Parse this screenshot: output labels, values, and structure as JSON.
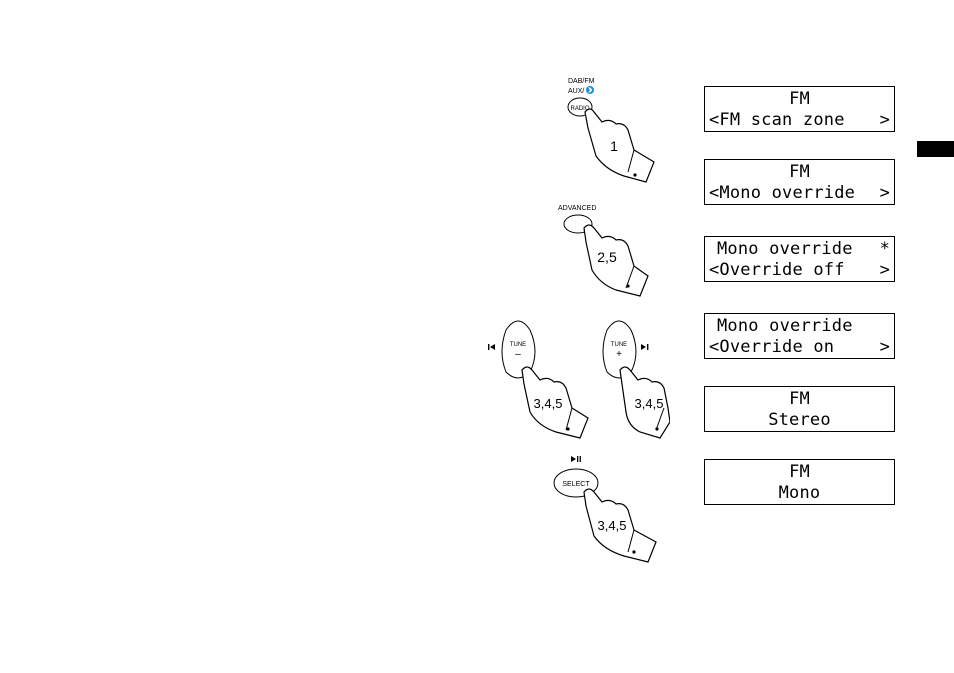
{
  "buttons": {
    "radio_top": "DAB/FM",
    "radio_mid": "AUX/",
    "radio_label": "RADIO",
    "advanced_label": "ADVANCED",
    "tune_minus_top": "TUNE",
    "tune_minus_sign": "–",
    "tune_plus_top": "TUNE",
    "tune_plus_sign": "+",
    "select_label": "SELECT"
  },
  "step_numbers": {
    "hand1": "1",
    "hand2": "2,5",
    "hand3": "3,4,5",
    "hand4": "3,4,5",
    "hand5": "3,4,5"
  },
  "displays": [
    {
      "line1": "FM",
      "line2_left": "<FM scan zone",
      "line2_right": ">"
    },
    {
      "line1": "FM",
      "line2_left": "<Mono override",
      "line2_right": ">"
    },
    {
      "line1_left": "Mono override",
      "line1_right": "*",
      "line2_left": "<Override off",
      "line2_right": ">"
    },
    {
      "line1_left": "Mono override",
      "line2_left": "<Override on",
      "line2_right": ">"
    },
    {
      "line1": "FM",
      "line2": "Stereo"
    },
    {
      "line1": "FM",
      "line2": "Mono"
    }
  ],
  "colors": {
    "bluetooth": "#1a8fd6",
    "ink": "#000000"
  },
  "icons": [
    "bluetooth-icon",
    "skip-back-icon",
    "skip-forward-icon",
    "play-pause-icon",
    "pointing-hand-icon"
  ]
}
